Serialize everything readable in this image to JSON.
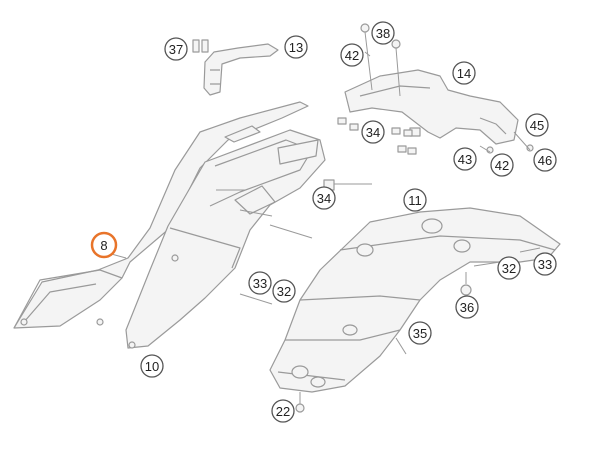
{
  "diagram": {
    "callouts": [
      {
        "id": "c37",
        "label": "37"
      },
      {
        "id": "c13",
        "label": "13"
      },
      {
        "id": "c38",
        "label": "38"
      },
      {
        "id": "c42a",
        "label": "42"
      },
      {
        "id": "c14",
        "label": "14"
      },
      {
        "id": "c34a",
        "label": "34"
      },
      {
        "id": "c34b",
        "label": "34"
      },
      {
        "id": "c45",
        "label": "45"
      },
      {
        "id": "c43",
        "label": "43"
      },
      {
        "id": "c42b",
        "label": "42"
      },
      {
        "id": "c46",
        "label": "46"
      },
      {
        "id": "c11",
        "label": "11"
      },
      {
        "id": "c8",
        "label": "8",
        "highlighted": true
      },
      {
        "id": "c32a",
        "label": "32"
      },
      {
        "id": "c33a",
        "label": "33"
      },
      {
        "id": "c33b",
        "label": "33"
      },
      {
        "id": "c32b",
        "label": "32"
      },
      {
        "id": "c36",
        "label": "36"
      },
      {
        "id": "c35",
        "label": "35"
      },
      {
        "id": "c10",
        "label": "10"
      },
      {
        "id": "c22",
        "label": "22"
      }
    ]
  },
  "colors": {
    "line": "#9a9a9a",
    "fill": "#f4f4f4",
    "circle_stroke": "#555555",
    "highlight": "#e8742a"
  }
}
